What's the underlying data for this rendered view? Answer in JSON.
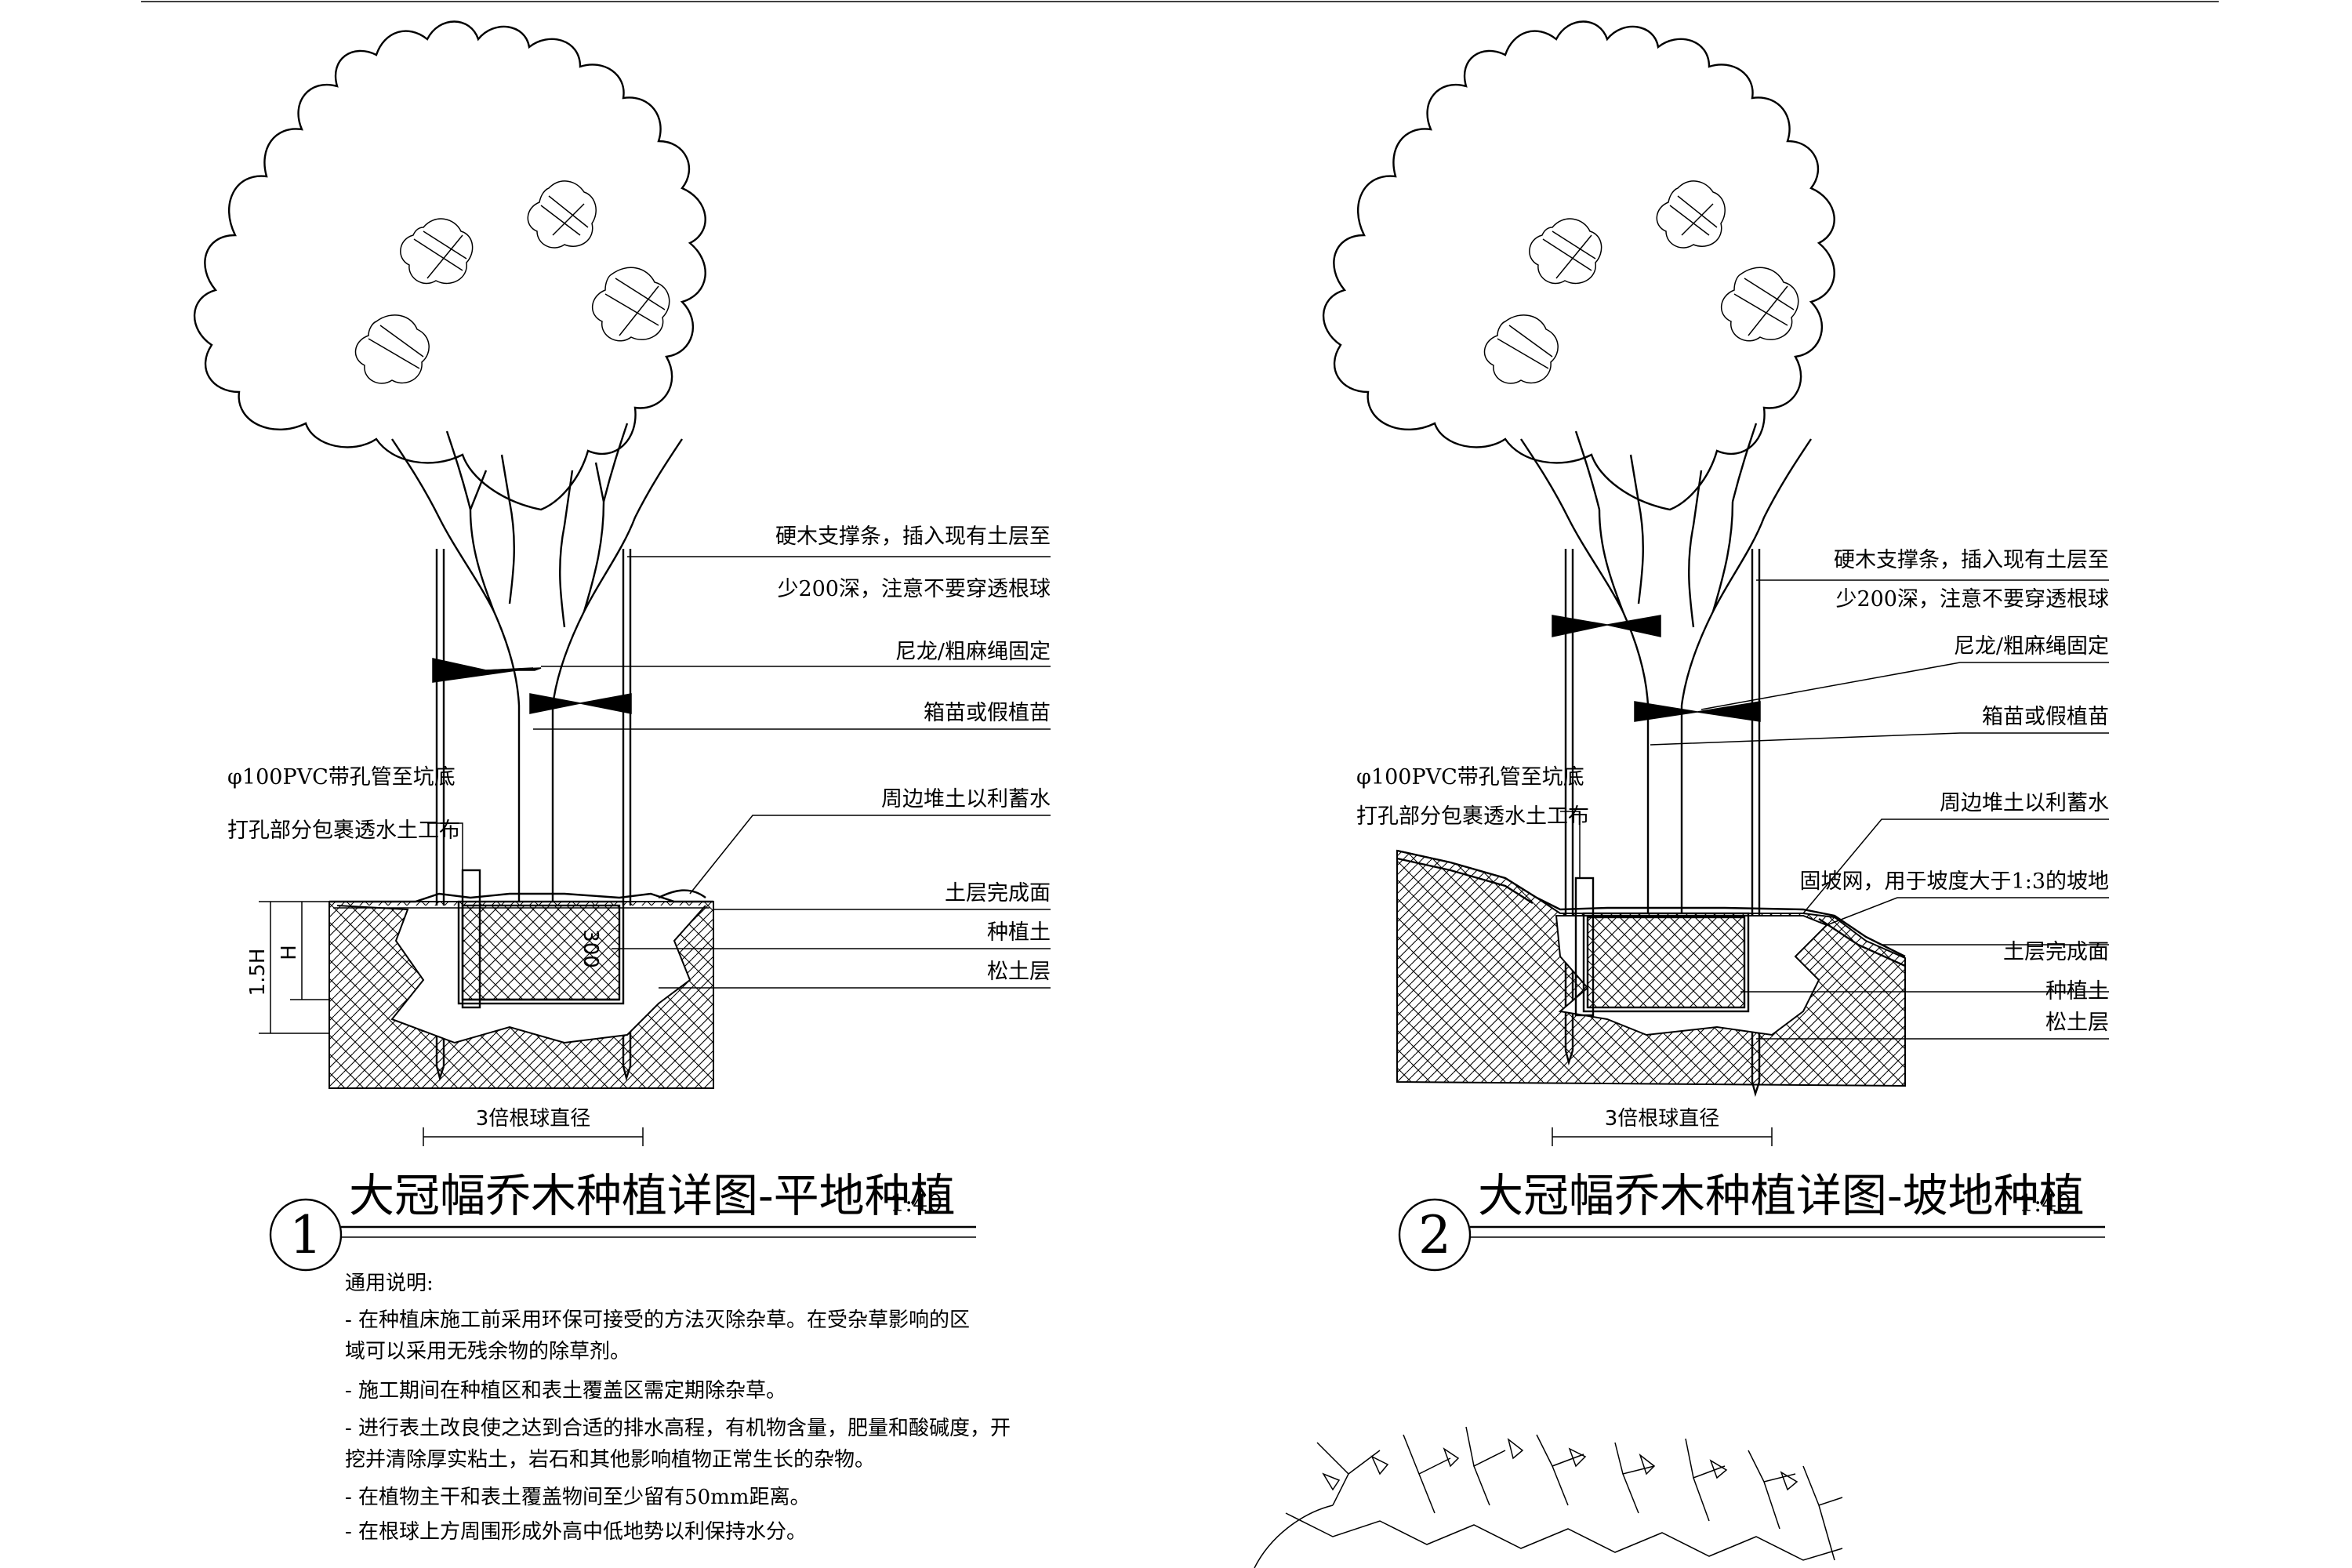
{
  "details": [
    {
      "number": "1",
      "title": "大冠幅乔木种植详图-平地种植",
      "scale": "1:40",
      "labels": {
        "stake": [
          "硬木支撑条，插入现有土层至",
          "少200深，注意不要穿透根球"
        ],
        "rope": "尼龙/粗麻绳固定",
        "wrap": "箱苗或假植苗",
        "pipe": [
          "φ100PVC带孔管至坑底",
          "打孔部分包裹透水土工布"
        ],
        "mound": "周边堆土以利蓄水",
        "finish": "土层完成面",
        "plant_soil": "种植土",
        "loose_soil": "松土层"
      },
      "dims": {
        "width": "3倍根球直径",
        "h15": "1.5H",
        "h": "H",
        "depth": "300"
      }
    },
    {
      "number": "2",
      "title": "大冠幅乔木种植详图-坡地种植",
      "scale": "1:40",
      "labels": {
        "stake": [
          "硬木支撑条，插入现有土层至",
          "少200深，注意不要穿透根球"
        ],
        "rope": "尼龙/粗麻绳固定",
        "wrap": "箱苗或假植苗",
        "pipe": [
          "φ100PVC带孔管至坑底",
          "打孔部分包裹透水土工布"
        ],
        "mound": "周边堆土以利蓄水",
        "slope_net": "固坡网，用于坡度大于1:3的坡地",
        "finish": "土层完成面",
        "plant_soil": "种植土",
        "loose_soil": "松土层"
      },
      "dims": {
        "width": "3倍根球直径"
      }
    }
  ],
  "notes": {
    "heading": "通用说明:",
    "lines": [
      "- 在种植床施工前采用环保可接受的方法灭除杂草。在受杂草影响的区",
      "域可以采用无残余物的除草剂。",
      "- 施工期间在种植区和表土覆盖区需定期除杂草。",
      "- 进行表土改良使之达到合适的排水高程，有机物含量，肥量和酸碱度，开",
      "挖并清除厚实粘土，岩石和其他影响植物正常生长的杂物。",
      "- 在植物主干和表土覆盖物间至少留有50mm距离。",
      "- 在根球上方周围形成外高中低地势以利保持水分。"
    ]
  }
}
